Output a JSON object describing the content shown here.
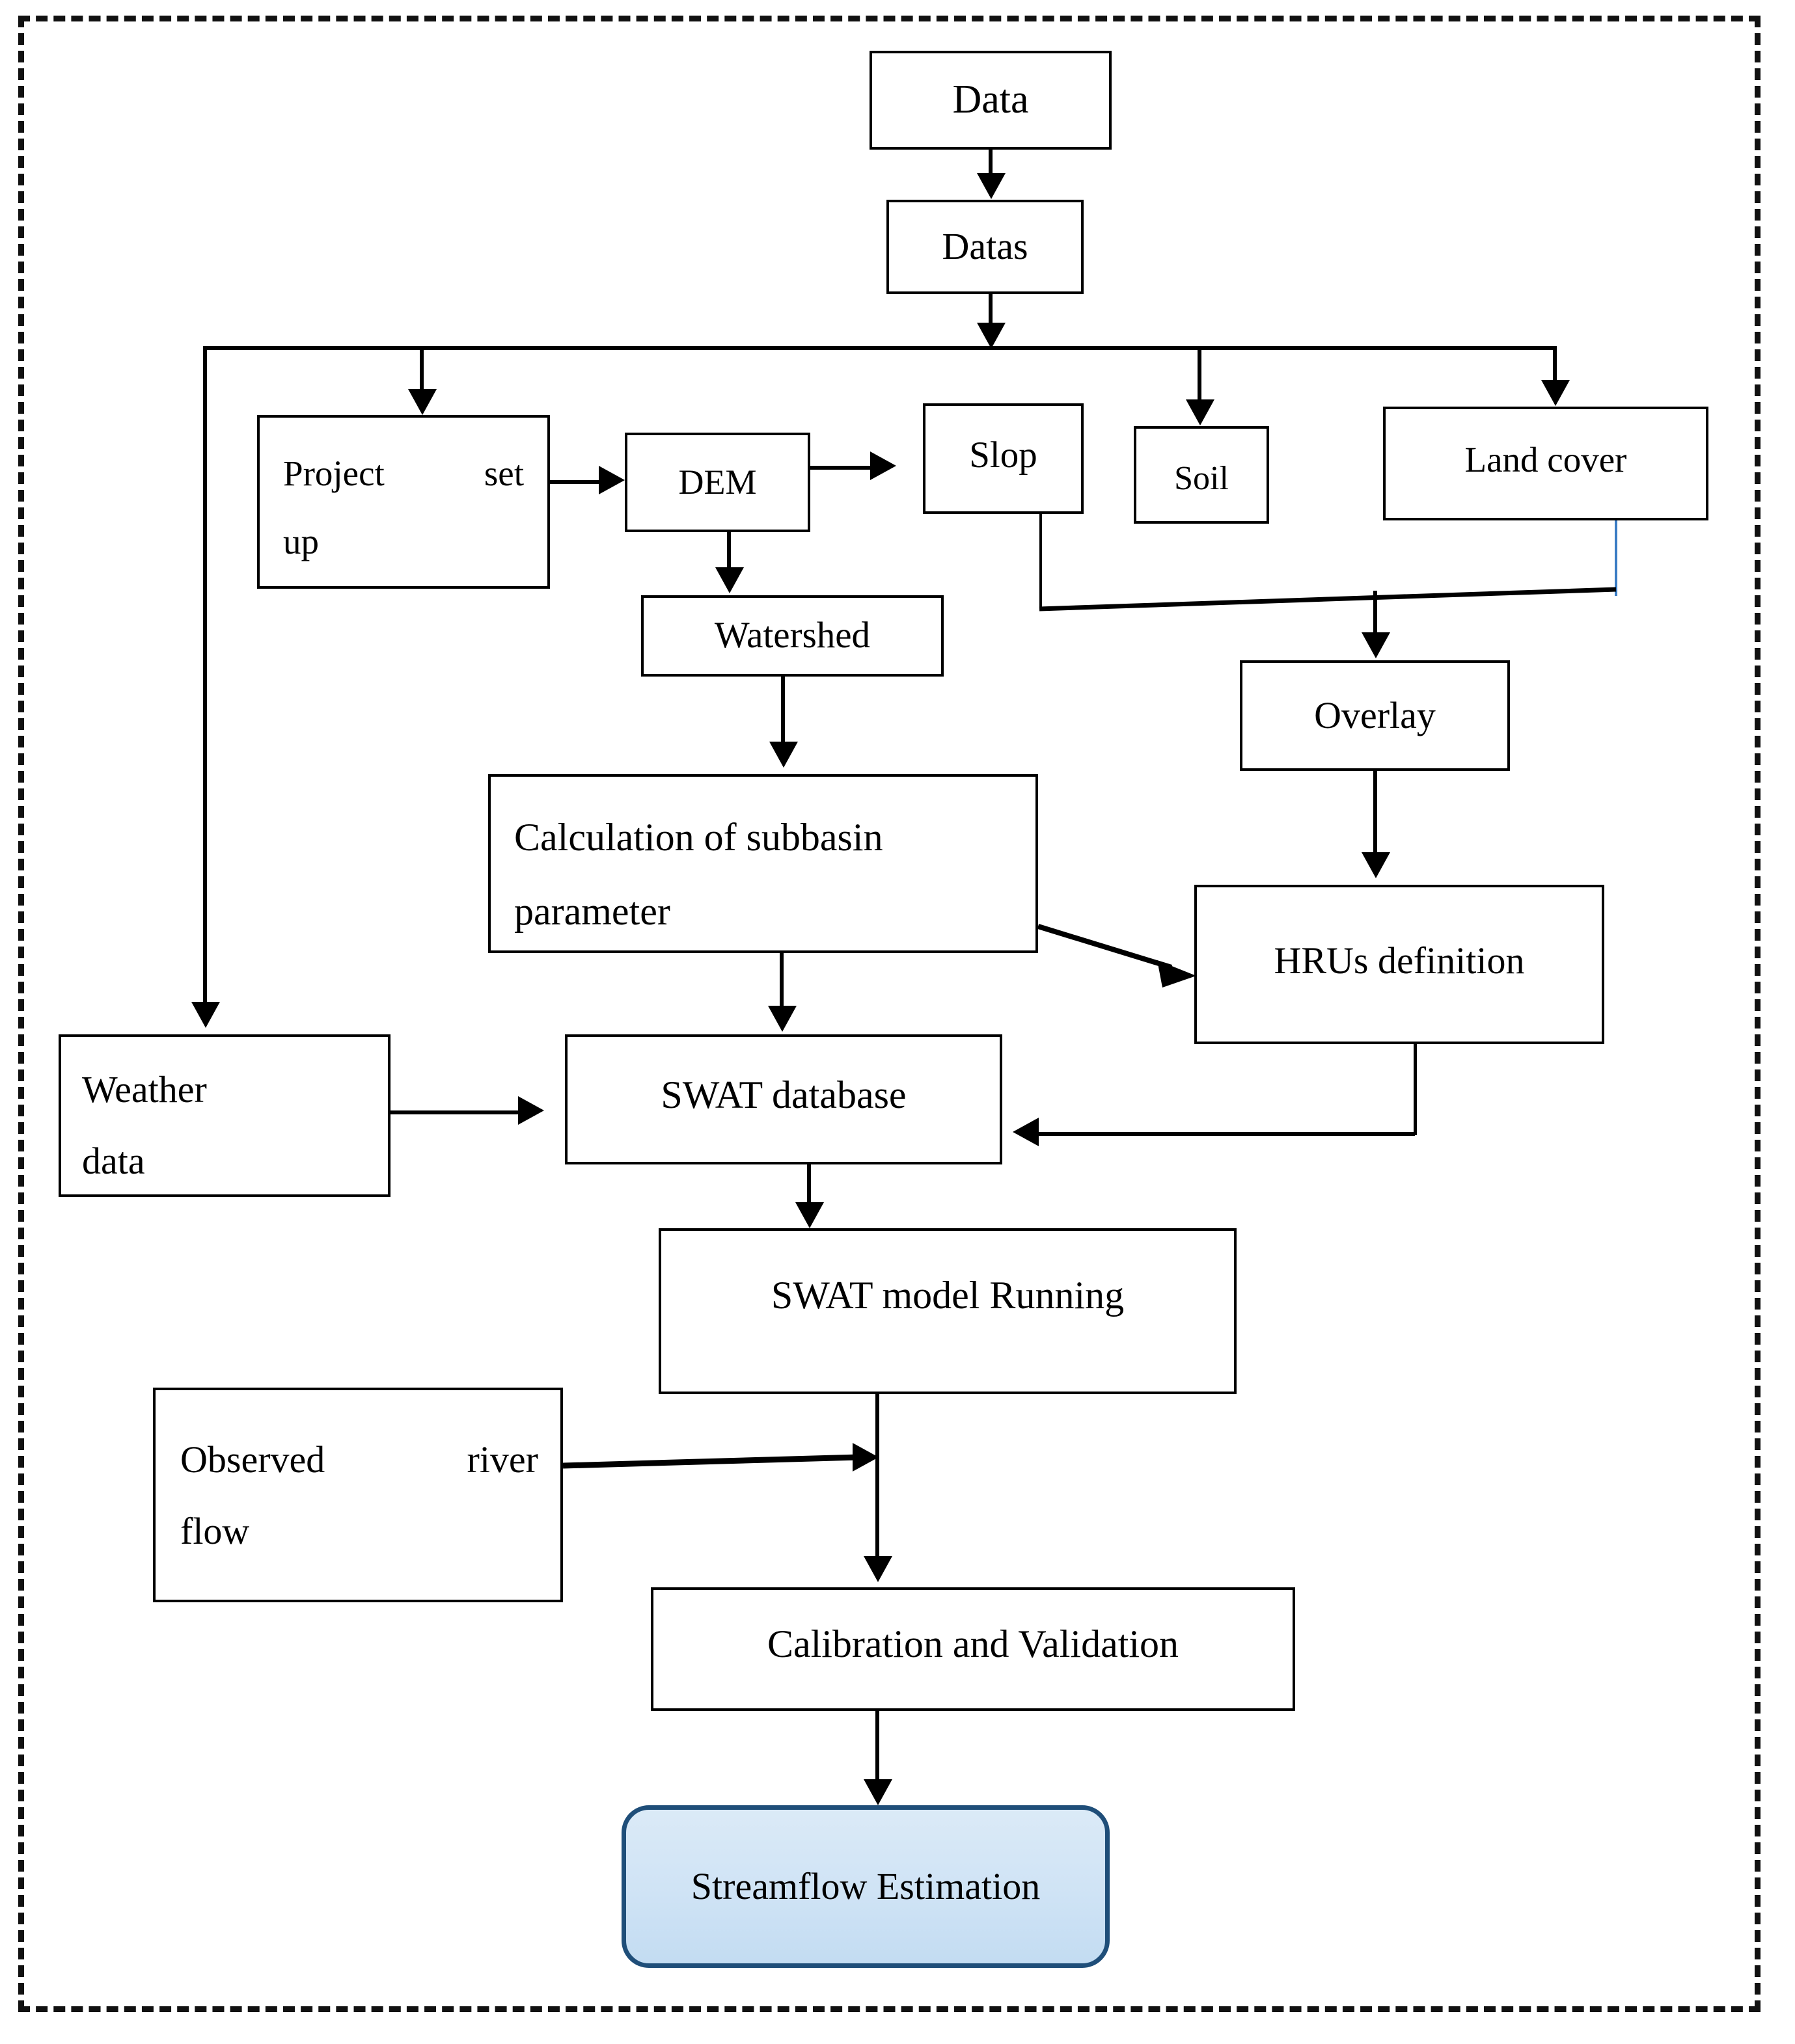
{
  "diagram": {
    "title": "SWAT model streamflow estimation flowchart",
    "accent_color": "#1f4e79",
    "terminal_fill": "#cfe3f5",
    "line_color": "#000000",
    "blue_link_color": "#3a7cc4"
  },
  "nodes": {
    "data": {
      "label": "Data"
    },
    "datas": {
      "label": "Datas"
    },
    "project_setup": {
      "label": "Project   set\nup"
    },
    "dem": {
      "label": "DEM"
    },
    "slop": {
      "label": "Slop"
    },
    "soil": {
      "label": "Soil"
    },
    "land_cover": {
      "label": "Land   cover"
    },
    "watershed": {
      "label": "Watershed"
    },
    "overlay": {
      "label": "Overlay"
    },
    "calculation_subbasin": {
      "label": "Calculation of subbasin\nparameter"
    },
    "hrus_definition": {
      "label": "HRUs definition"
    },
    "weather_data": {
      "label": "Weather\ndata"
    },
    "swat_database": {
      "label": "SWAT database"
    },
    "swat_model_running": {
      "label": "SWAT model Running"
    },
    "observed_river_flow": {
      "label": "Observed    river\nflow"
    },
    "calibration_validation": {
      "label": "Calibration and Validation"
    },
    "streamflow_estimation": {
      "label": "Streamflow\nEstimation"
    }
  },
  "edges": [
    {
      "from": "data",
      "to": "datas"
    },
    {
      "from": "datas",
      "to": "distribution-bus"
    },
    {
      "from": "distribution-bus",
      "to": "weather_data"
    },
    {
      "from": "distribution-bus",
      "to": "project_setup"
    },
    {
      "from": "distribution-bus",
      "to": "soil"
    },
    {
      "from": "distribution-bus",
      "to": "land_cover"
    },
    {
      "from": "project_setup",
      "to": "dem"
    },
    {
      "from": "dem",
      "to": "slop"
    },
    {
      "from": "dem",
      "to": "watershed"
    },
    {
      "from": "slop",
      "to": "overlay"
    },
    {
      "from": "land_cover",
      "to": "overlay"
    },
    {
      "from": "watershed",
      "to": "calculation_subbasin"
    },
    {
      "from": "overlay",
      "to": "hrus_definition"
    },
    {
      "from": "calculation_subbasin",
      "to": "hrus_definition"
    },
    {
      "from": "calculation_subbasin",
      "to": "swat_database"
    },
    {
      "from": "weather_data",
      "to": "swat_database"
    },
    {
      "from": "hrus_definition",
      "to": "swat_database"
    },
    {
      "from": "swat_database",
      "to": "swat_model_running"
    },
    {
      "from": "swat_model_running",
      "to": "calibration_validation"
    },
    {
      "from": "observed_river_flow",
      "to": "calibration_validation"
    },
    {
      "from": "calibration_validation",
      "to": "streamflow_estimation"
    }
  ]
}
